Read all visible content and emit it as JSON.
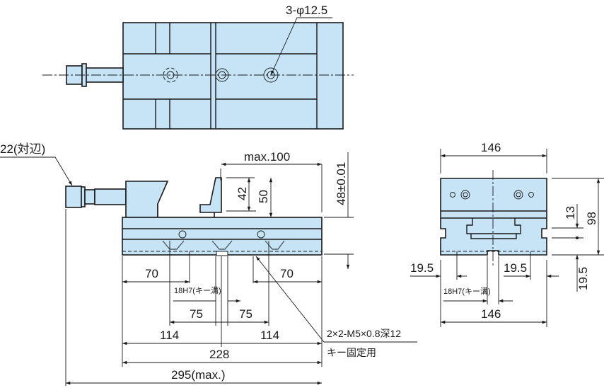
{
  "colors": {
    "body_fill": "#c6e4f6",
    "line": "#1a1a1a"
  },
  "top_view": {
    "hole_label": "3-φ12.5"
  },
  "side_view": {
    "hex_label": "22(対辺)",
    "stroke_label": "max.100",
    "dim_42": "42",
    "dim_50": "50",
    "dim_height": "48±0.01",
    "dim_70_left": "70",
    "dim_70_right": "70",
    "key_slot_label": "18H7(キー溝)",
    "dim_75_left": "75",
    "dim_75_right": "75",
    "dim_114_left": "114",
    "dim_114_right": "114",
    "dim_228": "228",
    "dim_295": "295(max.)",
    "screw_label": "2×2-M5×0.8深12",
    "screw_purpose": "キー固定用"
  },
  "end_view": {
    "width_top": "146",
    "width_bottom": "146",
    "dim_98": "98",
    "dim_13": "13",
    "dim_19_5_left": "19.5",
    "dim_19_5_right": "19.5",
    "dim_19_5_vertical": "19.5",
    "key_slot_label": "18H7(キー溝)"
  }
}
